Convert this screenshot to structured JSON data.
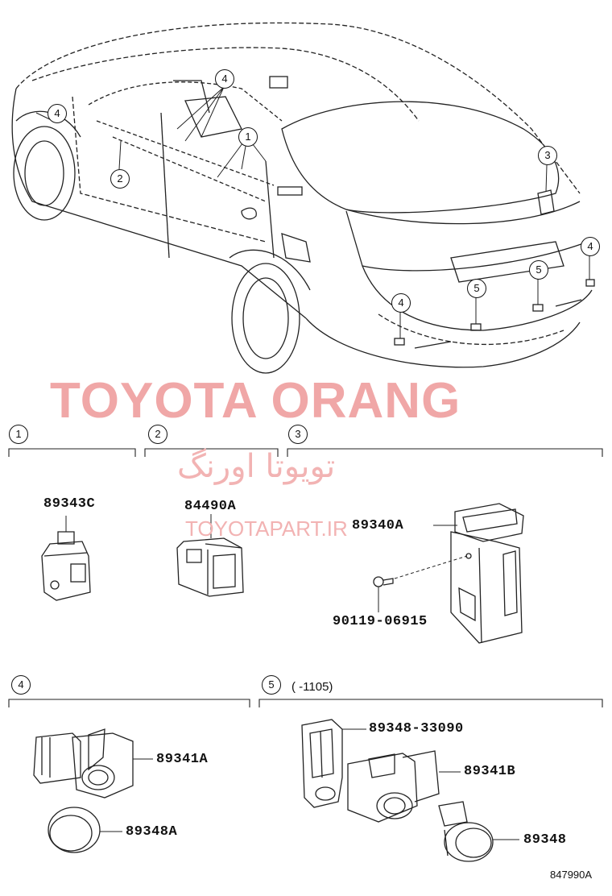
{
  "watermark": {
    "brand": "TOYOTA ORANG",
    "persian": "تویوتا اورنگ",
    "site": "TOYOTAPART.IR"
  },
  "callouts": [
    "1",
    "2",
    "3",
    "4",
    "5"
  ],
  "sections": [
    {
      "num": "1",
      "parts": [
        "89343C"
      ]
    },
    {
      "num": "2",
      "parts": [
        "84490A"
      ]
    },
    {
      "num": "3",
      "parts": [
        "89340A",
        "90119-06915"
      ]
    },
    {
      "num": "4",
      "parts": [
        "89341A",
        "89348A"
      ]
    },
    {
      "num": "5",
      "range": "(      -1105)",
      "parts": [
        "89348-33090",
        "89341B",
        "89348"
      ]
    }
  ],
  "diagram_code": "847990A"
}
